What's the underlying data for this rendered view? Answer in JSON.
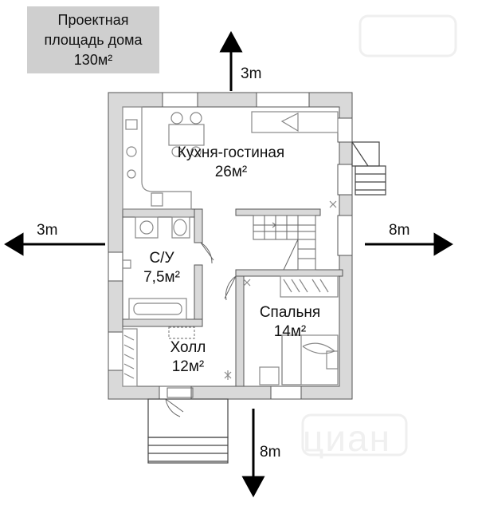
{
  "info": {
    "line1": "Проектная",
    "line2": "площадь дома",
    "area": "130м²"
  },
  "rooms": [
    {
      "name": "Кухня-гостиная",
      "area": "26м²"
    },
    {
      "name": "С/У",
      "area": "7,5м²"
    },
    {
      "name": "Спальня",
      "area": "14м²"
    },
    {
      "name": "Холл",
      "area": "12м²"
    }
  ],
  "dimensions": {
    "top": "3m",
    "left": "3m",
    "right": "8m",
    "bottom": "8m"
  },
  "watermark": "циан",
  "colors": {
    "wall": "#d9d9d9",
    "wall_outline": "#555555",
    "furniture": "#888888",
    "info_box": "#cfcfcf"
  }
}
